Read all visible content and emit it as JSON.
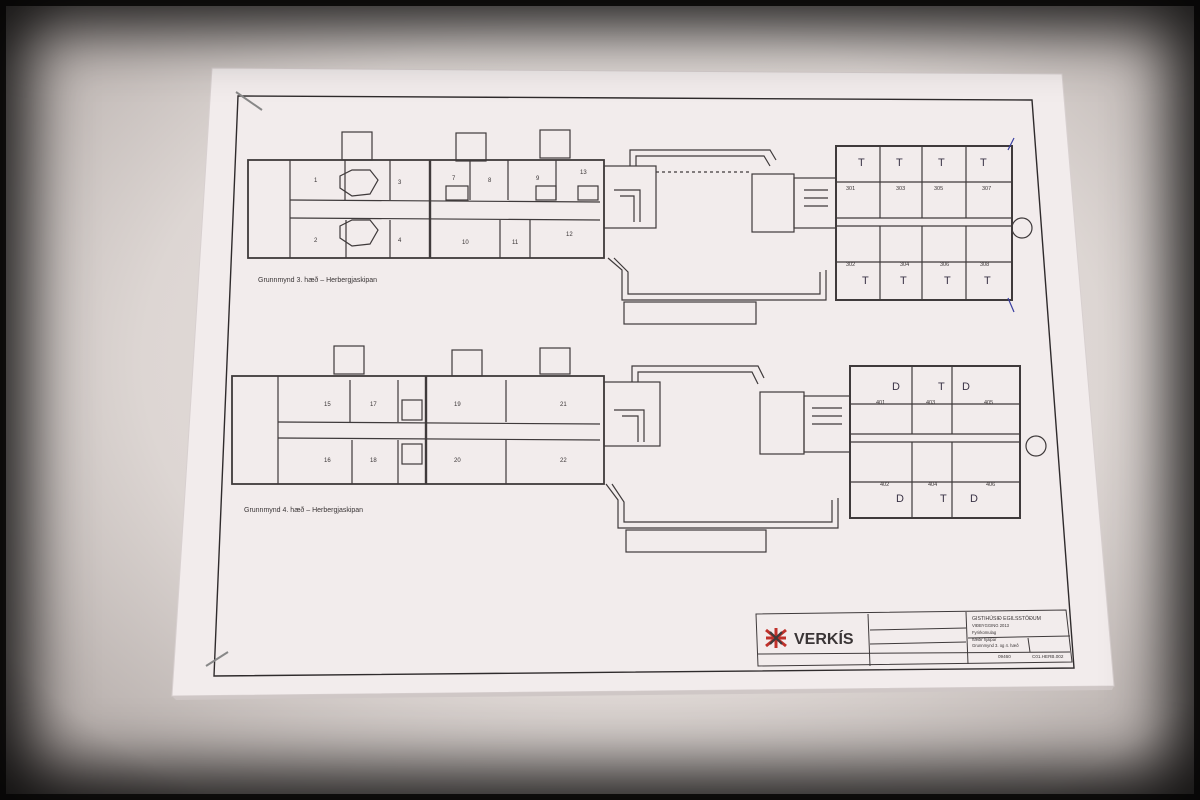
{
  "plan_3": {
    "title": "Grunnmynd 3. hæð – Herbergjaskipan",
    "rooms_west": [
      "1",
      "2",
      "3",
      "4",
      "7",
      "8",
      "9",
      "10",
      "11",
      "12",
      "13"
    ],
    "rooms_east": [
      "301",
      "302",
      "303",
      "304",
      "305",
      "306",
      "307",
      "308"
    ],
    "marks_top": [
      "T",
      "T",
      "T",
      "T"
    ],
    "marks_bottom": [
      "T",
      "T",
      "T",
      "T"
    ]
  },
  "plan_4": {
    "title": "Grunnmynd 4. hæð – Herbergjaskipan",
    "rooms_west": [
      "15",
      "16",
      "17",
      "18",
      "19",
      "20",
      "21",
      "22"
    ],
    "rooms_east": [
      "401",
      "402",
      "403",
      "404",
      "405",
      "406"
    ],
    "marks_top": [
      "D",
      "T",
      "D"
    ],
    "marks_bottom": [
      "D",
      "T",
      "D"
    ]
  },
  "title_block": {
    "company": "VERKÍS",
    "project": "GISTIHÚSIÐ EGILSSTÖÐUM",
    "sub": "VIÐBYGGING 2013",
    "drawing_1": "Fyrirkomulag",
    "drawing_2": "hæðir hjálpar",
    "drawing_3": "Grunnmynd 3. og 4. hæð",
    "number": "C01.HERB.002",
    "job": "09460"
  },
  "colors": {
    "paper": "#f3eded",
    "ink": "#3f3a3b",
    "shadow": "#000000"
  }
}
